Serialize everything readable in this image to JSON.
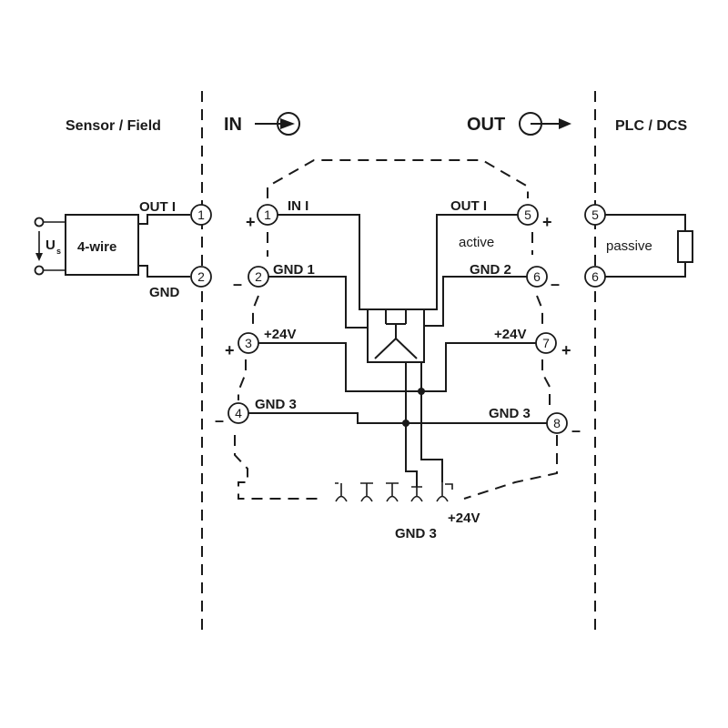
{
  "zones": {
    "sensor": "Sensor / Field",
    "in": "IN",
    "out": "OUT",
    "plc": "PLC / DCS"
  },
  "sensor": {
    "out_label": "OUT I",
    "gnd_label": "GND",
    "device_label": "4-wire",
    "supply_u": "U",
    "supply_sub": "s",
    "terminal_1": "1",
    "terminal_2": "2"
  },
  "module": {
    "left": [
      {
        "num": "1",
        "label": "IN I",
        "sign": "+"
      },
      {
        "num": "2",
        "label": "GND 1",
        "sign": "–"
      },
      {
        "num": "3",
        "label": "+24V",
        "sign": "+"
      },
      {
        "num": "4",
        "label": "GND 3",
        "sign": "–"
      }
    ],
    "right": [
      {
        "num": "5",
        "label": "OUT I",
        "sign": "+"
      },
      {
        "num": "6",
        "label": "GND 2",
        "sign": "–"
      },
      {
        "num": "7",
        "label": "+24V",
        "sign": "+"
      },
      {
        "num": "8",
        "label": "GND 3",
        "sign": "–"
      }
    ],
    "active_label": "active",
    "bus_24v": "+24V",
    "bus_gnd3": "GND 3"
  },
  "plc": {
    "terminal_5": "5",
    "terminal_6": "6",
    "passive_label": "passive"
  }
}
